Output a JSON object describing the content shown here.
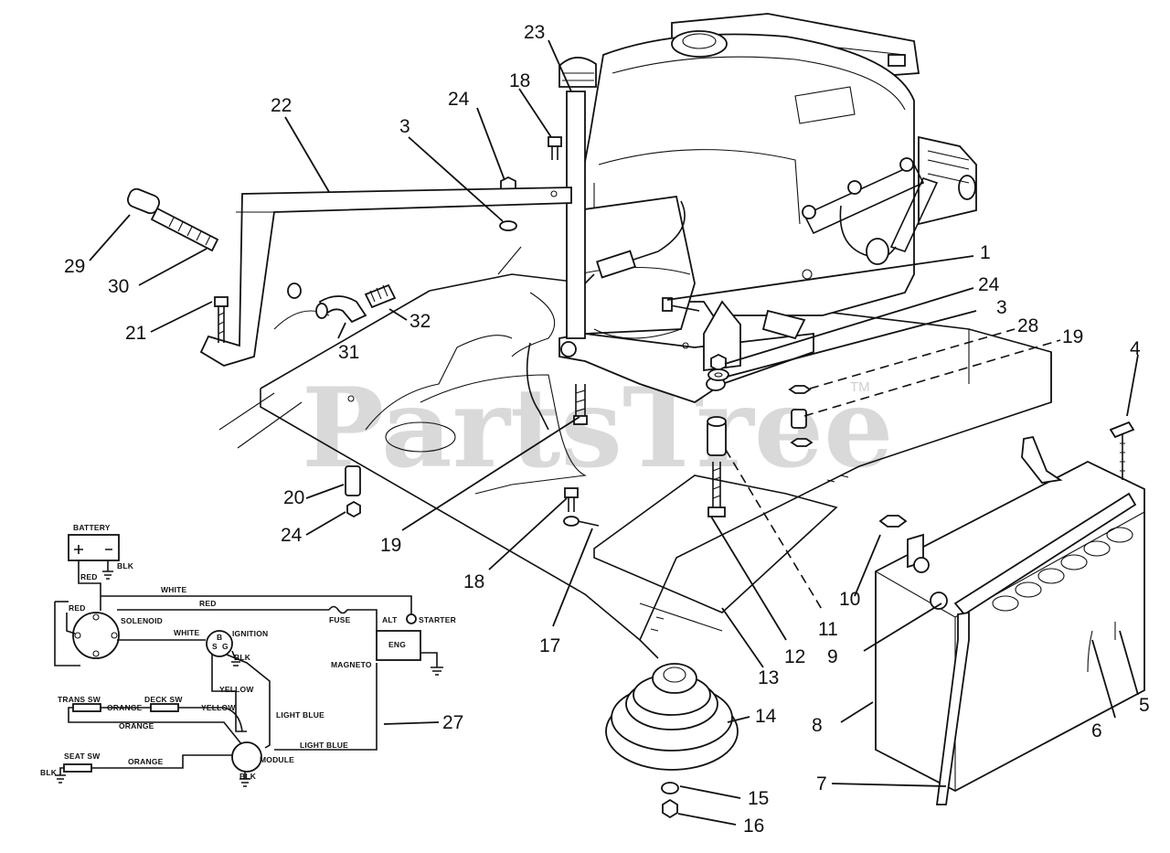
{
  "watermark": "PartsTree",
  "watermark_tm": "TM",
  "callouts": [
    {
      "id": "c1",
      "label": "1"
    },
    {
      "id": "c3a",
      "label": "3"
    },
    {
      "id": "c3b",
      "label": "3"
    },
    {
      "id": "c4",
      "label": "4"
    },
    {
      "id": "c5",
      "label": "5"
    },
    {
      "id": "c6",
      "label": "6"
    },
    {
      "id": "c7",
      "label": "7"
    },
    {
      "id": "c8",
      "label": "8"
    },
    {
      "id": "c9",
      "label": "9"
    },
    {
      "id": "c10",
      "label": "10"
    },
    {
      "id": "c11",
      "label": "11"
    },
    {
      "id": "c12",
      "label": "12"
    },
    {
      "id": "c13",
      "label": "13"
    },
    {
      "id": "c14",
      "label": "14"
    },
    {
      "id": "c15",
      "label": "15"
    },
    {
      "id": "c16",
      "label": "16"
    },
    {
      "id": "c17",
      "label": "17"
    },
    {
      "id": "c18a",
      "label": "18"
    },
    {
      "id": "c18b",
      "label": "18"
    },
    {
      "id": "c19a",
      "label": "19"
    },
    {
      "id": "c19b",
      "label": "19"
    },
    {
      "id": "c20",
      "label": "20"
    },
    {
      "id": "c21",
      "label": "21"
    },
    {
      "id": "c22",
      "label": "22"
    },
    {
      "id": "c23",
      "label": "23"
    },
    {
      "id": "c24a",
      "label": "24"
    },
    {
      "id": "c24b",
      "label": "24"
    },
    {
      "id": "c24c",
      "label": "24"
    },
    {
      "id": "c27",
      "label": "27"
    },
    {
      "id": "c28",
      "label": "28"
    },
    {
      "id": "c29",
      "label": "29"
    },
    {
      "id": "c30",
      "label": "30"
    },
    {
      "id": "c31",
      "label": "31"
    },
    {
      "id": "c32",
      "label": "32"
    }
  ],
  "wiring": {
    "battery": "BATTERY",
    "blk_battery": "BLK",
    "red_1": "RED",
    "white_1": "WHITE",
    "red_2": "RED",
    "red_3": "RED",
    "solenoid": "SOLENOID",
    "white_2": "WHITE",
    "ignition": "IGNITION",
    "ign_s": "S",
    "ign_g": "G",
    "ign_b": "B",
    "blk_ign": "BLK",
    "fuse": "FUSE",
    "alt": "ALT",
    "starter": "STARTER",
    "eng": "ENG",
    "magneto": "MAGNETO",
    "yellow_1": "YELLOW",
    "light_blue_1": "LIGHT BLUE",
    "trans_sw": "TRANS SW",
    "orange_1": "ORANGE",
    "deck_sw": "DECK SW",
    "yellow_2": "YELLOW",
    "orange_2": "ORANGE",
    "light_blue_2": "LIGHT BLUE",
    "seat_sw": "SEAT SW",
    "orange_3": "ORANGE",
    "module": "MODULE",
    "blk_module": "BLK",
    "blk_seat": "BLK"
  }
}
